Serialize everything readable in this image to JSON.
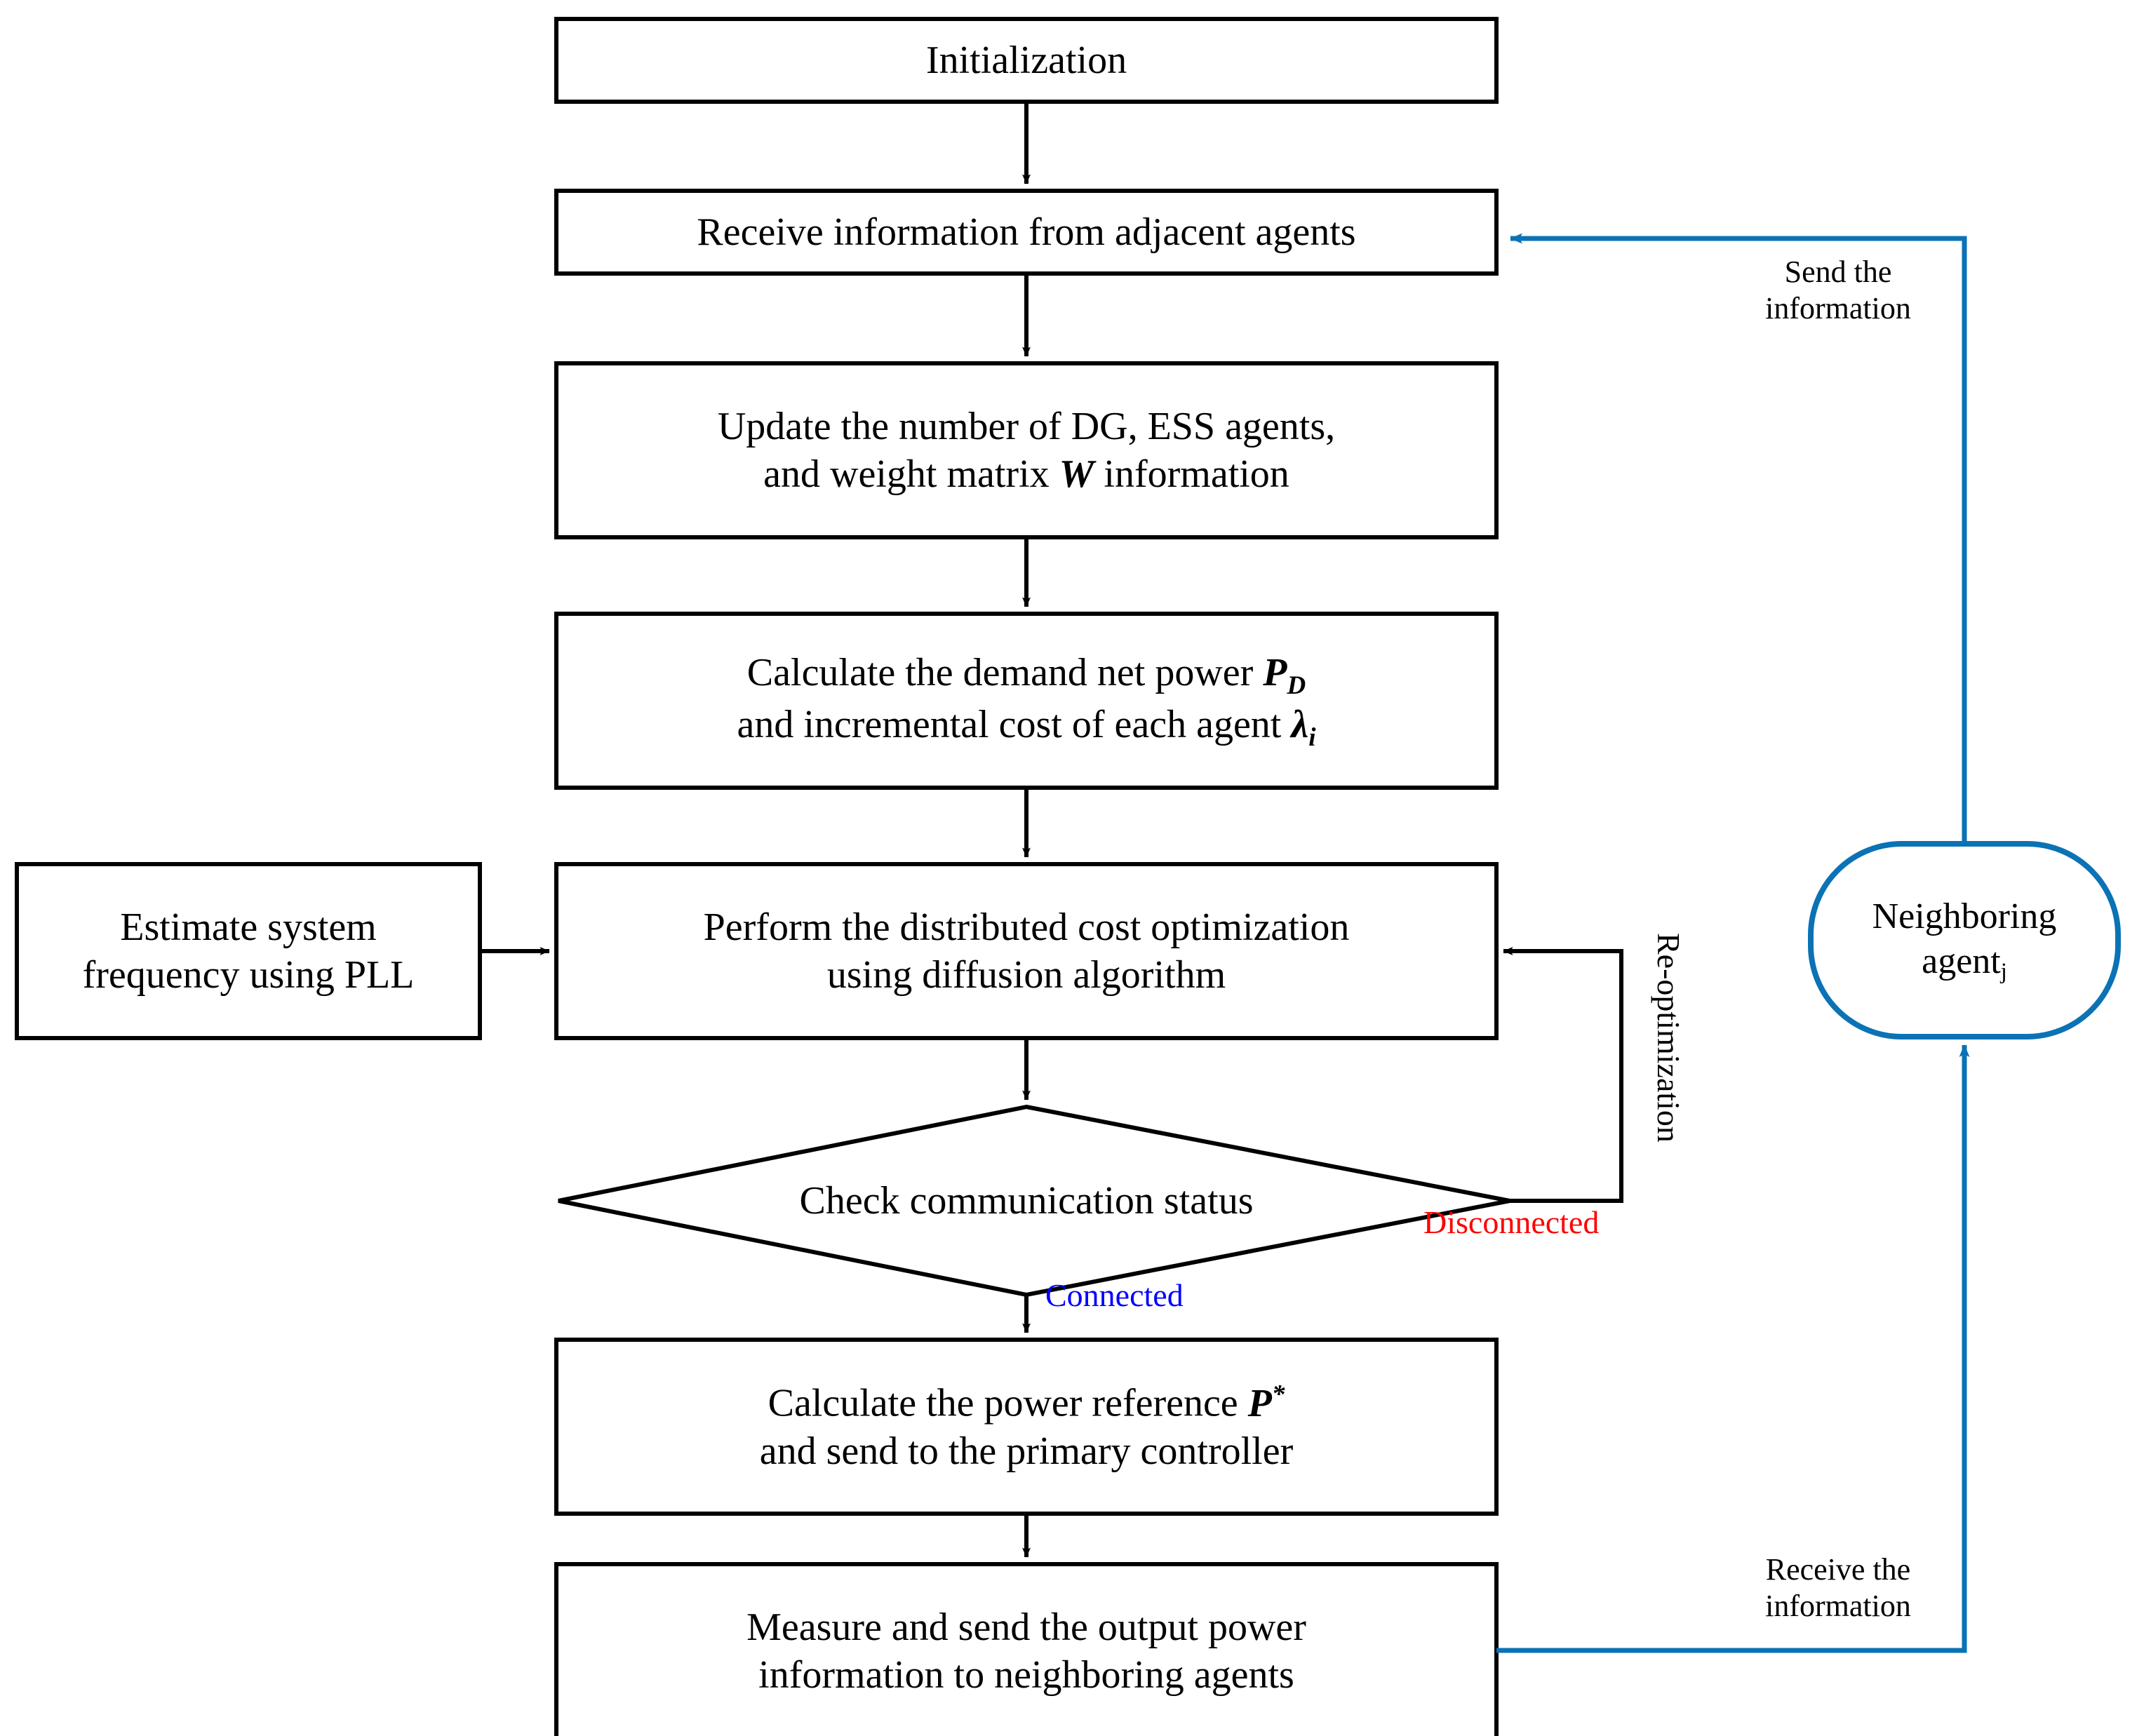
{
  "diagram": {
    "title": "Distributed cost optimization agent flowchart",
    "colors": {
      "stroke": "#000000",
      "link_blue": "#0B72B5",
      "connected_blue": "#0000FF",
      "disconnected_red": "#FF0000",
      "background": "#FFFFFF"
    }
  },
  "nodes": {
    "initialization": {
      "label": "Initialization"
    },
    "receive_info": {
      "label": "Receive information from adjacent agents"
    },
    "update_numbers": {
      "line1": "Update the number of DG, ESS agents,",
      "line2_pre": "and weight matrix ",
      "line2_var": "W",
      "line2_post": " information"
    },
    "calc_demand": {
      "line1_pre": "Calculate the demand net power ",
      "line1_var": "P",
      "line1_var_sub": "D",
      "line2_pre": "and incremental cost of each agent ",
      "line2_var": "λ",
      "line2_var_sub": "i"
    },
    "estimate_freq": {
      "line1": "Estimate system",
      "line2": "frequency using PLL"
    },
    "perform_opt": {
      "line1": "Perform the distributed cost optimization",
      "line2": "using diffusion algorithm"
    },
    "check_status": {
      "label": "Check communication status"
    },
    "calc_power_ref": {
      "line1_pre": "Calculate the power reference ",
      "line1_var": "P",
      "line1_var_sup": "*",
      "line2": "and send to the primary controller"
    },
    "measure_send": {
      "line1": "Measure and send the output power",
      "line2": "information to neighboring agents"
    },
    "neighboring_agent": {
      "line1": "Neighboring",
      "line2_pre": "agent",
      "line2_sub": "j"
    }
  },
  "edge_labels": {
    "re_optimization": "Re-optimization",
    "disconnected": "Disconnected",
    "connected": "Connected",
    "send_the": "Send the",
    "send_information": "information",
    "receive_the": "Receive the",
    "receive_information": "information"
  }
}
